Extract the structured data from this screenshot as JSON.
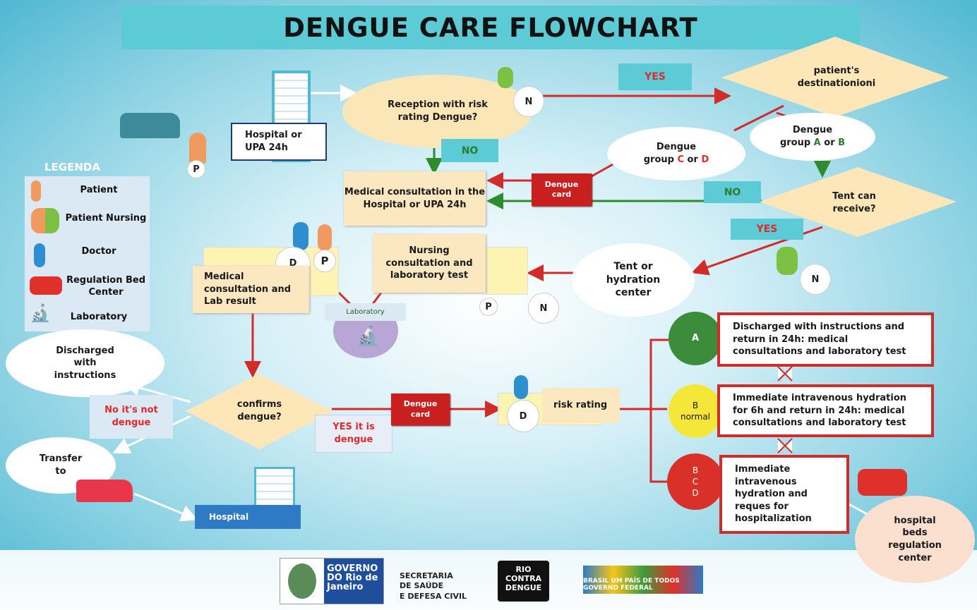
{
  "title": "DENGUE CARE FLOWCHART",
  "nodes": {
    "hospital_upa": "Hospital or UPA 24h",
    "reception": "Reception with risk rating Dengue?",
    "destination": "patient's destinationioni",
    "group_ab": {
      "prefix": "Dengue group ",
      "a": "A",
      "or": " or ",
      "b": "B"
    },
    "group_cd": {
      "prefix": "Dengue group ",
      "c": "C",
      "or": " or ",
      "d": "D"
    },
    "tent_receive": "Tent can receive?",
    "medical_consultation": "Medical consultation in the Hospital or UPA 24h",
    "nursing_consultation": "Nursing consultation and laboratory test",
    "tent_hydration": "Tent or hydration center",
    "medical_lab_result": "Medical consultation and Lab result",
    "laboratory": "Laboratory",
    "discharged": "Discharged with instructions",
    "not_dengue": "No it's not dengue",
    "confirms": "confirms dengue?",
    "yes_dengue": "YES it is dengue",
    "risk_rating": "risk rating",
    "transfer": "Transfer to",
    "hospital": "Hospital",
    "hospital_beds": "hospital beds regulation center"
  },
  "labels": {
    "yes1": "YES",
    "no1": "NO",
    "no2": "NO",
    "yes2": "YES",
    "dengue_card": "Dengue card"
  },
  "groups": {
    "a": {
      "label": "A",
      "text": "Discharged with instructions and return in 24h: medical consultations and laboratory test",
      "color": "#3c8c3c"
    },
    "b": {
      "label": "B",
      "sub": "normal",
      "text": "Immediate intravenous hydration for 6h and return in 24h: medical consultations and laboratory test",
      "color": "#f5e63a"
    },
    "bcd": {
      "label": "B\nC\nD",
      "text": "Immediate intravenous hydration and reques for hospitalization",
      "color": "#d9302a"
    }
  },
  "badges": {
    "p": "P",
    "n": "N",
    "d": "D"
  },
  "legend": {
    "title": "LEGENDA",
    "items": [
      "Patient",
      "Patient Nursing",
      "Doctor",
      "Regulation Bed Center",
      "Laboratory"
    ]
  },
  "footer": {
    "rio_logo": "GOVERNO DO Rio de Janeiro",
    "secretaria": [
      "SECRETARIA",
      "DE SAÚDE",
      "E DEFESA CIVIL"
    ],
    "rio_contra": "RIO CONTRA DENGUE",
    "brasil": "BRASIL UM PAÍS DE TODOS GOVERNO FEDERAL"
  },
  "colors": {
    "teal": "#5ccbd6",
    "red": "#d32a2a",
    "cream": "#fce8c0",
    "green": "#2e8b2e"
  }
}
